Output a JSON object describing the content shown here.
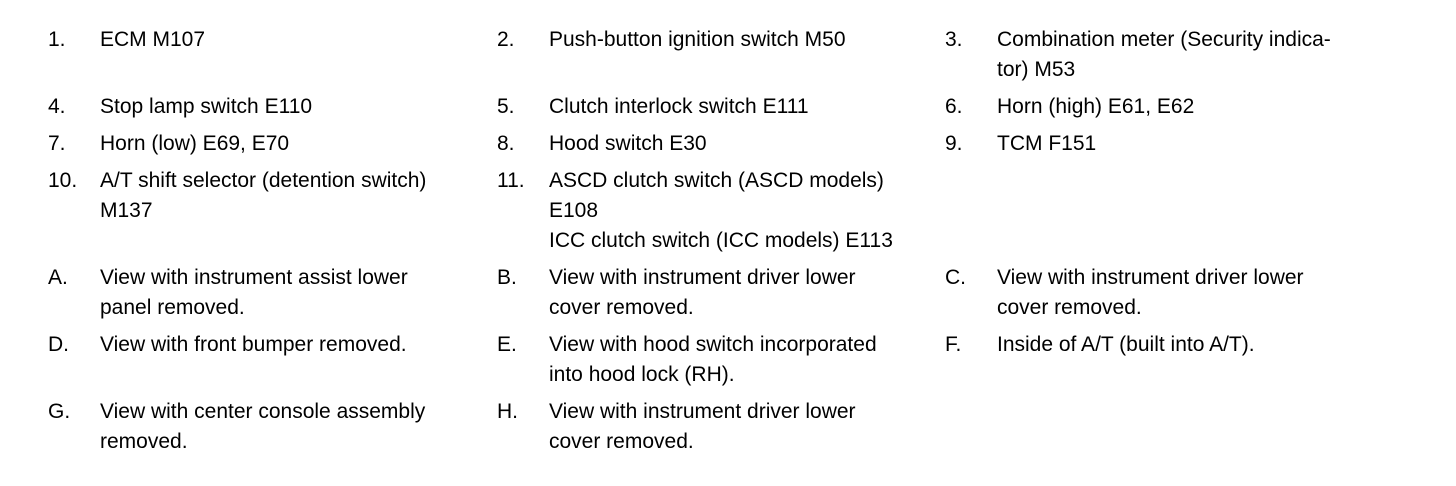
{
  "document": {
    "background_color": "#ffffff",
    "text_color": "#000000"
  },
  "legend": {
    "components": {
      "rows": [
        [
          {
            "label": "1.",
            "text": "ECM M107"
          },
          {
            "label": "2.",
            "text": "Push-button ignition switch M50"
          },
          {
            "label": "3.",
            "text": "Combination meter (Security indica-\ntor) M53"
          }
        ],
        [
          {
            "label": "4.",
            "text": "Stop lamp switch E110"
          },
          {
            "label": "5.",
            "text": "Clutch interlock switch E111"
          },
          {
            "label": "6.",
            "text": "Horn (high) E61, E62"
          }
        ],
        [
          {
            "label": "7.",
            "text": "Horn (low) E69, E70"
          },
          {
            "label": "8.",
            "text": "Hood switch E30"
          },
          {
            "label": "9.",
            "text": "TCM F151"
          }
        ],
        [
          {
            "label": "10.",
            "text": "A/T shift selector (detention switch)\nM137"
          },
          {
            "label": "11.",
            "text": "ASCD clutch switch (ASCD models)\nE108\nICC clutch switch (ICC models) E113"
          }
        ]
      ]
    },
    "views": {
      "rows": [
        [
          {
            "label": "A.",
            "text": "View with instrument assist lower\npanel removed."
          },
          {
            "label": "B.",
            "text": "View with instrument driver lower\ncover removed."
          },
          {
            "label": "C.",
            "text": "View with instrument driver lower\ncover removed."
          }
        ],
        [
          {
            "label": "D.",
            "text": "View with front bumper removed."
          },
          {
            "label": "E.",
            "text": "View with hood switch incorporated\ninto hood lock (RH)."
          },
          {
            "label": "F.",
            "text": "Inside of A/T (built into A/T)."
          }
        ],
        [
          {
            "label": "G.",
            "text": "View with center console assembly\nremoved."
          },
          {
            "label": "H.",
            "text": "View with instrument driver lower\ncover removed."
          }
        ]
      ]
    }
  }
}
